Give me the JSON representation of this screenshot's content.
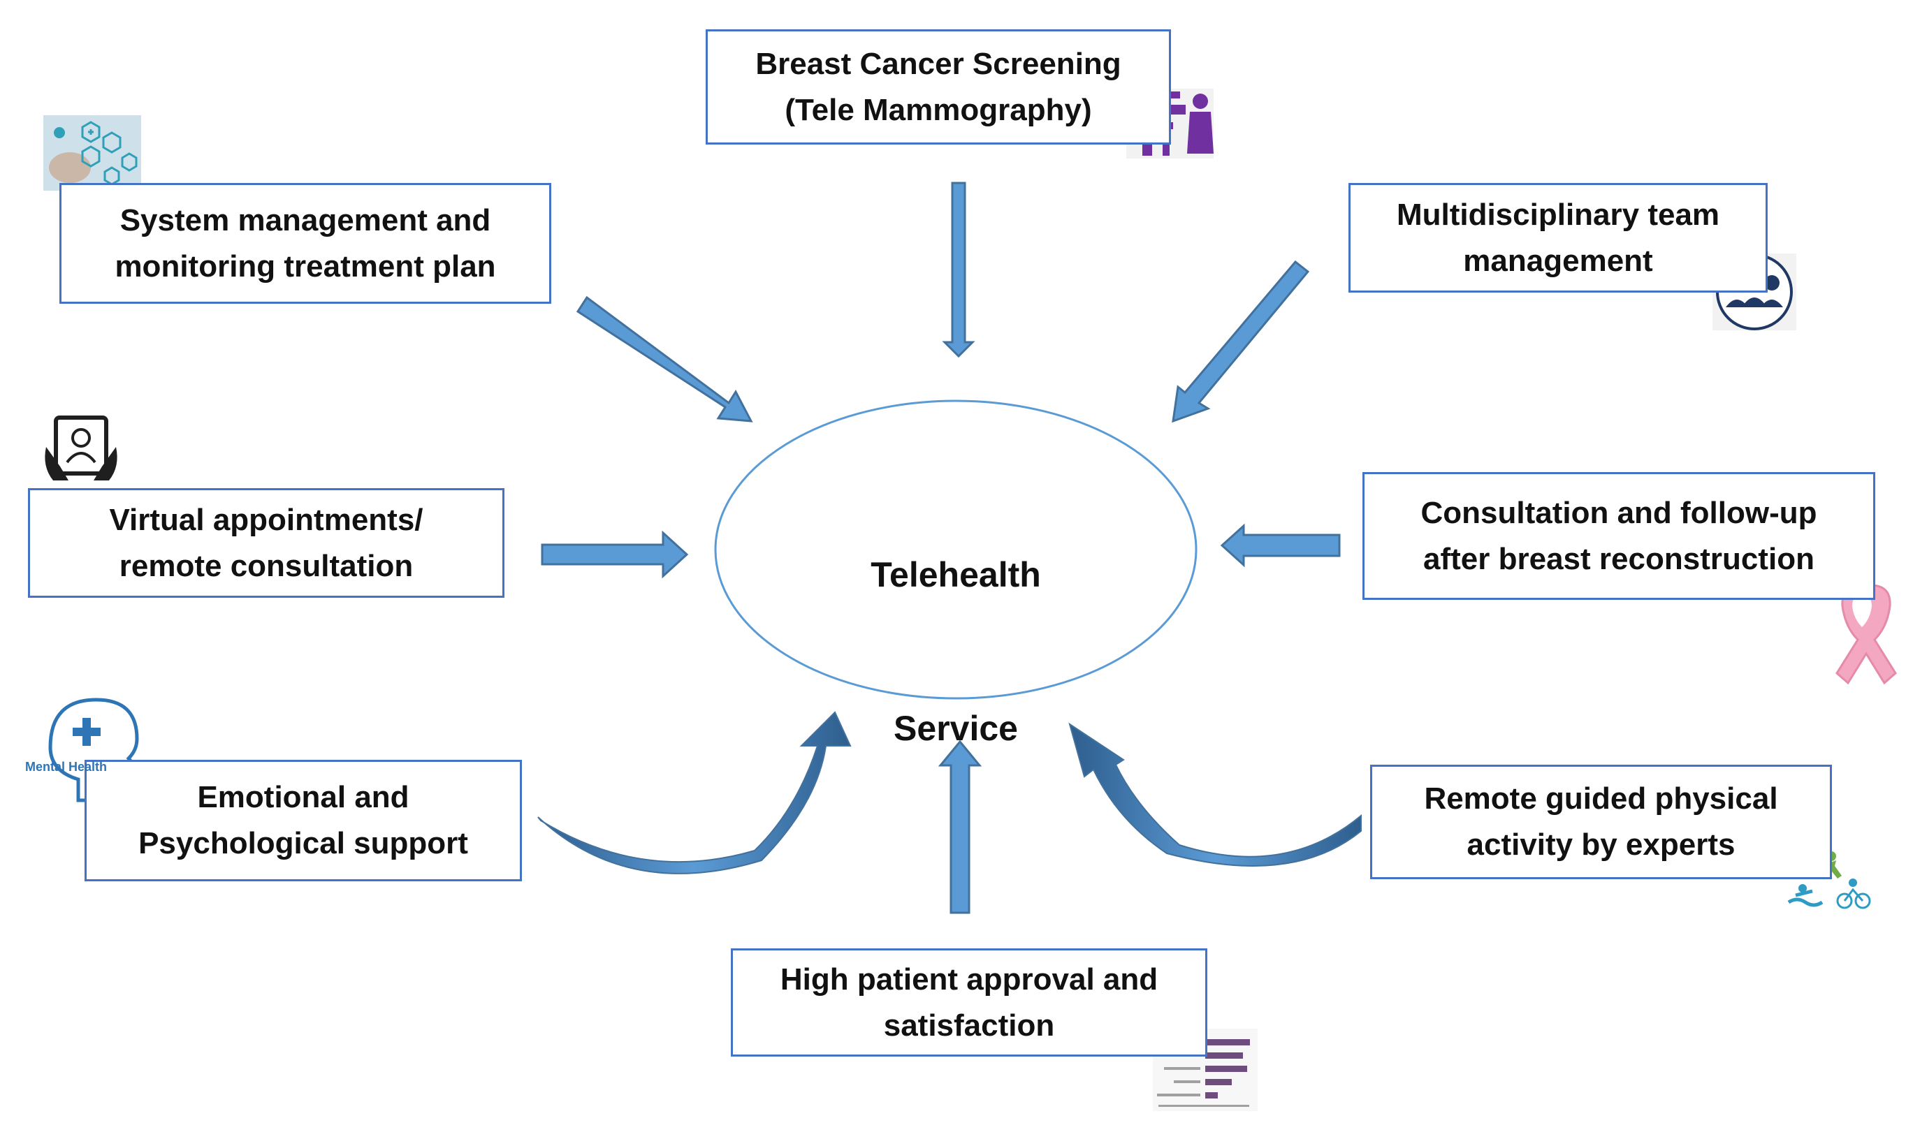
{
  "center": {
    "title": "Telehealth",
    "subtitle": "Service"
  },
  "nodes": {
    "screening": "Breast Cancer Screening\n(Tele Mammography)",
    "system_mgmt": "System management and\nmonitoring treatment plan",
    "multidisciplinary": "Multidisciplinary team\nmanagement",
    "virtual": "Virtual appointments/\nremote consultation",
    "consultation": "Consultation and follow-up\nafter breast reconstruction",
    "emotional": "Emotional and\nPsychological support",
    "physical": "Remote guided physical\nactivity by experts",
    "approval": "High patient approval and\nsatisfaction"
  },
  "icons": {
    "mental_health_label": "Mental Health"
  },
  "colors": {
    "box_border": "#4472C4",
    "arrow_fill": "#5B9BD5",
    "arrow_stroke": "#41719C",
    "ellipse": "#5B9BD5",
    "ribbon": "#F4A7C0",
    "mammo": "#7030A0",
    "activity": "#70AD47"
  }
}
